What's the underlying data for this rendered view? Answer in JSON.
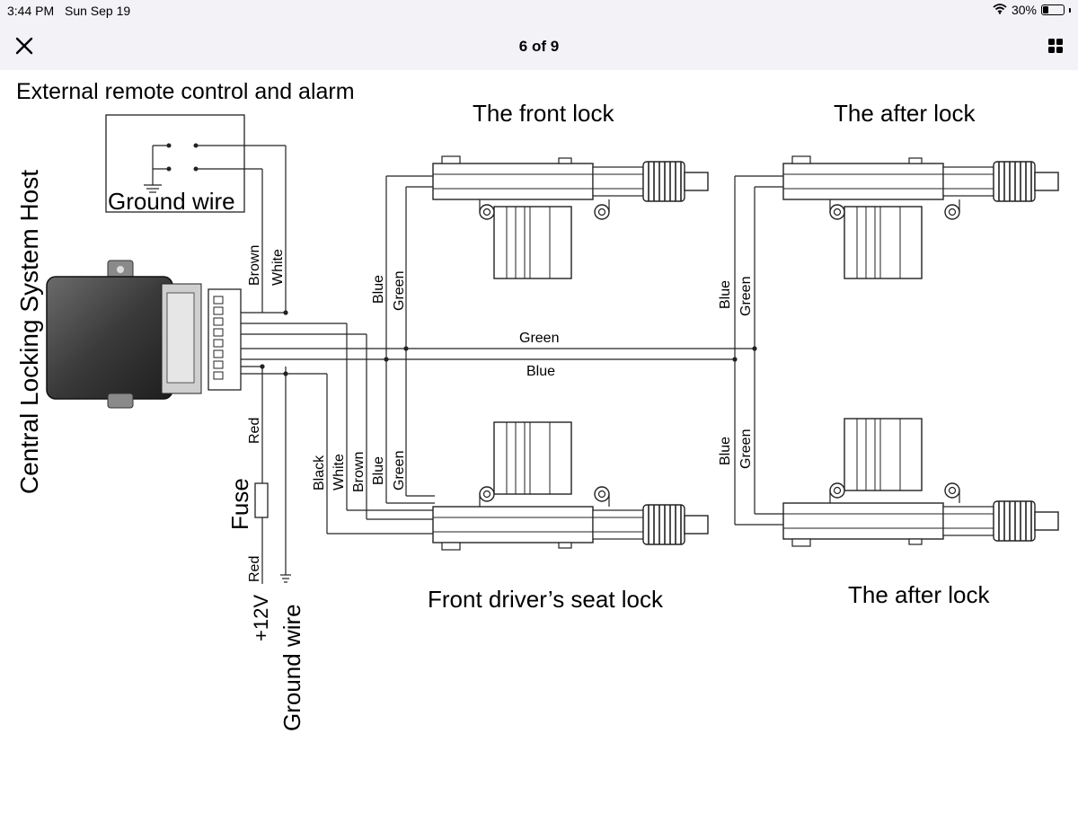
{
  "status_bar": {
    "time": "3:44 PM",
    "date": "Sun Sep 19",
    "battery_percent": "30%",
    "battery_level": 0.3,
    "icons": [
      "wifi-icon",
      "battery-icon"
    ]
  },
  "nav": {
    "counter": "6 of 9",
    "icons": [
      "close-icon",
      "grid-icon"
    ]
  },
  "diagram": {
    "labels": {
      "external_remote": "External remote control and alarm",
      "ground_wire_top": "Ground wire",
      "central_host": "Central Locking System Host",
      "front_lock": "The front lock",
      "after_lock_top": "The after lock",
      "front_driver": "Front driver’s seat lock",
      "after_lock_bottom": "The after lock",
      "fuse": "Fuse",
      "plus12v": "+12V",
      "ground_wire_bottom": "Ground wire"
    },
    "wires": {
      "brown": "Brown",
      "white": "White",
      "blue": "Blue",
      "green": "Green",
      "red": "Red",
      "black": "Black"
    }
  }
}
